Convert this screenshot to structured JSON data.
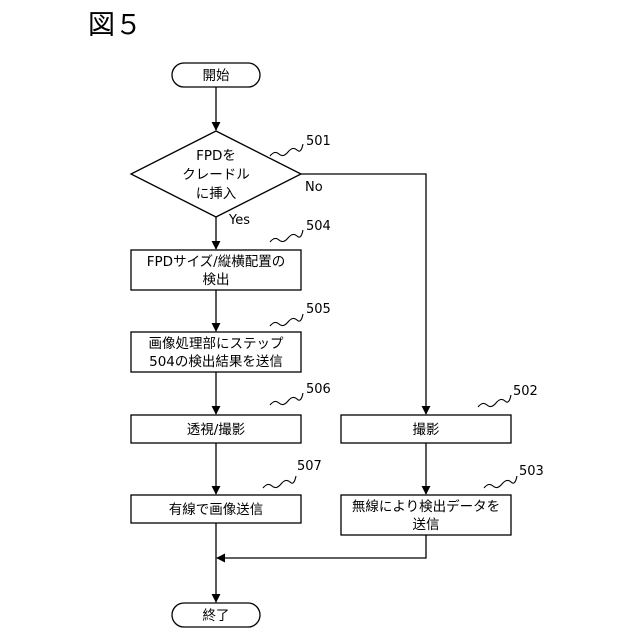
{
  "figure_title": "図５",
  "nodes": {
    "start": "開始",
    "decision": [
      "FPDを",
      "クレードル",
      "に挿入"
    ],
    "step504": [
      "FPDサイズ/縦横配置の",
      "検出"
    ],
    "step505": [
      "画像処理部にステップ",
      "504の検出結果を送信"
    ],
    "step506": "透視/撮影",
    "step507": "有線で画像送信",
    "step502": "撮影",
    "step503": [
      "無線により検出データを",
      "送信"
    ],
    "end": "終了"
  },
  "branch_labels": {
    "no": "No",
    "yes": "Yes"
  },
  "refs": {
    "r501": "501",
    "r502": "502",
    "r503": "503",
    "r504": "504",
    "r505": "505",
    "r506": "506",
    "r507": "507"
  }
}
